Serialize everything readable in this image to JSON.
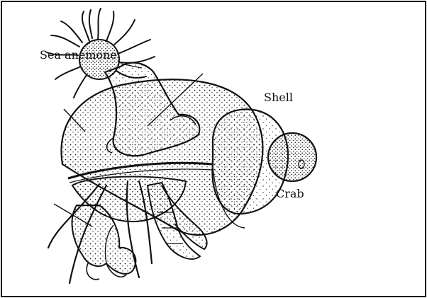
{
  "labels": {
    "sea_anemone": "Sea anemone",
    "shell": "Shell",
    "crab": "Crab"
  },
  "colors": {
    "ink": "#111111",
    "paper": "#ffffff",
    "stipple": "#1a1a1a"
  }
}
